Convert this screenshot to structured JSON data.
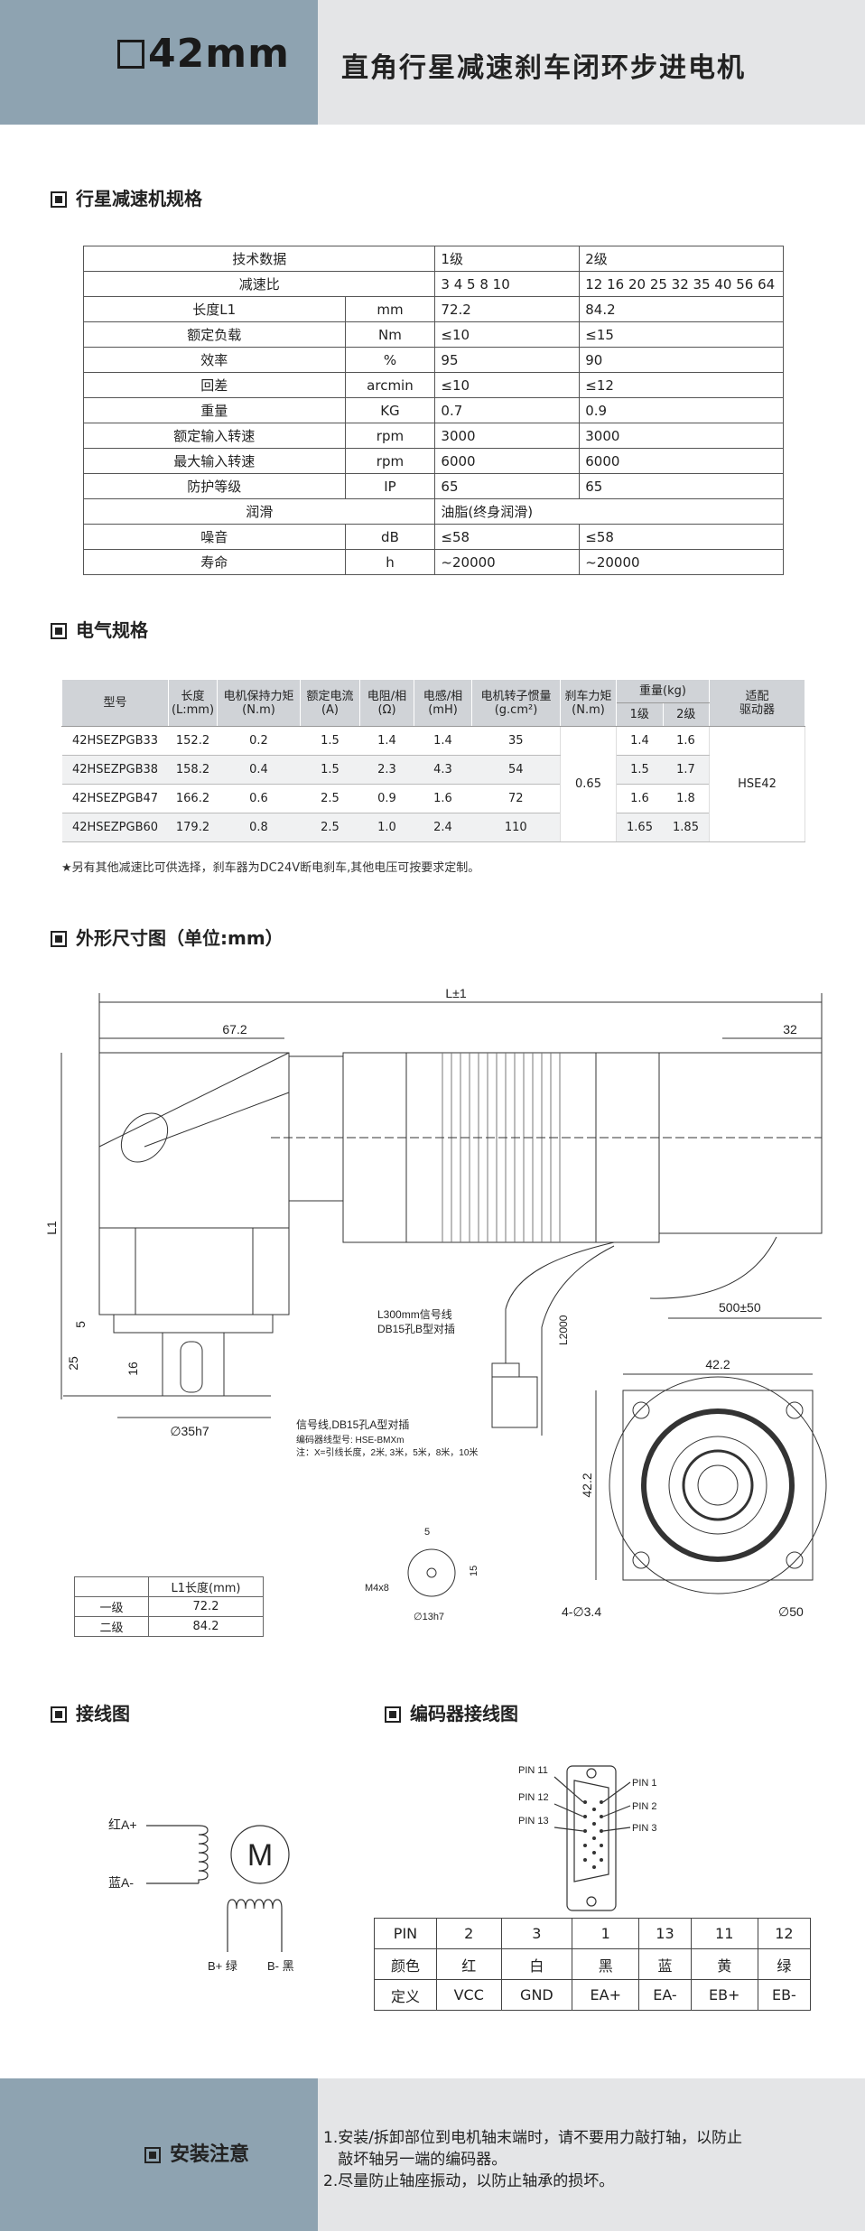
{
  "header": {
    "size": "42mm",
    "product": "直角行星减速刹车闭环步进电机"
  },
  "sections": {
    "gearbox": "行星减速机规格",
    "electrical": "电气规格",
    "dimensions": "外形尺寸图（单位:mm）",
    "wiring": "接线图",
    "encoder": "编码器接线图"
  },
  "spec_table": {
    "rows": [
      {
        "name": "技术数据",
        "unit": "",
        "v1": "1级",
        "v2": "2级"
      },
      {
        "name": "减速比",
        "unit": "",
        "v1": "3  4  5  8 10",
        "v2": "12 16  20 25 32 35 40 56 64"
      },
      {
        "name": "长度L1",
        "unit": "mm",
        "v1": "72.2",
        "v2": "84.2"
      },
      {
        "name": "额定负载",
        "unit": "Nm",
        "v1": "≤10",
        "v2": "≤15"
      },
      {
        "name": "效率",
        "unit": "%",
        "v1": "95",
        "v2": "90"
      },
      {
        "name": "回差",
        "unit": "arcmin",
        "v1": "≤10",
        "v2": "≤12"
      },
      {
        "name": "重量",
        "unit": "KG",
        "v1": "0.7",
        "v2": "0.9"
      },
      {
        "name": "额定输入转速",
        "unit": "rpm",
        "v1": "3000",
        "v2": "3000"
      },
      {
        "name": "最大输入转速",
        "unit": "rpm",
        "v1": "6000",
        "v2": "6000"
      },
      {
        "name": "防护等级",
        "unit": "IP",
        "v1": "65",
        "v2": "65"
      },
      {
        "name": "润滑",
        "unit": "",
        "v1": "油脂(终身润滑)",
        "v2": ""
      },
      {
        "name": "噪音",
        "unit": "dB",
        "v1": "≤58",
        "v2": "≤58"
      },
      {
        "name": "寿命",
        "unit": "h",
        "v1": "~20000",
        "v2": "~20000"
      }
    ]
  },
  "elec_table": {
    "headers": {
      "model": "型号",
      "length": "长度\n(L:mm)",
      "torque": "电机保持力矩\n(N.m)",
      "current": "额定电流\n(A)",
      "resistance": "电阻/相\n(Ω)",
      "inductance": "电感/相\n(mH)",
      "inertia": "电机转子惯量\n(g.cm²)",
      "brake": "刹车力矩\n(N.m)",
      "weight": "重量(kg)",
      "w1": "1级",
      "w2": "2级",
      "driver": "适配\n驱动器"
    },
    "rows": [
      {
        "model": "42HSEZPGB33",
        "length": "152.2",
        "torque": "0.2",
        "current": "1.5",
        "resistance": "1.4",
        "inductance": "1.4",
        "inertia": "35",
        "w1": "1.4",
        "w2": "1.6"
      },
      {
        "model": "42HSEZPGB38",
        "length": "158.2",
        "torque": "0.4",
        "current": "1.5",
        "resistance": "2.3",
        "inductance": "4.3",
        "inertia": "54",
        "w1": "1.5",
        "w2": "1.7"
      },
      {
        "model": "42HSEZPGB47",
        "length": "166.2",
        "torque": "0.6",
        "current": "2.5",
        "resistance": "0.9",
        "inductance": "1.6",
        "inertia": "72",
        "w1": "1.6",
        "w2": "1.8"
      },
      {
        "model": "42HSEZPGB60",
        "length": "179.2",
        "torque": "0.8",
        "current": "2.5",
        "resistance": "1.0",
        "inductance": "2.4",
        "inertia": "110",
        "w1": "1.65",
        "w2": "1.85"
      }
    ],
    "brake_value": "0.65",
    "driver_value": "HSE42",
    "note": "★另有其他减速比可供选择，刹车器为DC24V断电刹车,其他电压可按要求定制。"
  },
  "drawing": {
    "l_total": "L±1",
    "d67": "67.2",
    "d32": "32",
    "l1": "L1",
    "l2000": "L2000",
    "signal_line": "L300mm信号线",
    "db15b": "DB15孔B型对插",
    "d500": "500±50",
    "d42_top": "42.2",
    "d42_side": "42.2",
    "hole": "4-∅3.4",
    "d50": "∅50",
    "d5": "5",
    "d25": "25",
    "d16": "16",
    "d35": "∅35h7",
    "sig_a1": "信号线,DB15孔A型对插",
    "sig_a2": "编码器线型号: HSE-BMXm",
    "sig_a3": "注：X=引线长度，2米, 3米，5米，8米，10米",
    "shaft_5": "5",
    "shaft_15": "15",
    "shaft_m4": "M4x8",
    "shaft_13": "∅13h7"
  },
  "l1_table": {
    "header": "L1长度(mm)",
    "rows": [
      {
        "label": "一级",
        "value": "72.2"
      },
      {
        "label": "二级",
        "value": "84.2"
      }
    ]
  },
  "wiring": {
    "red": "红A+",
    "blue": "蓝A-",
    "motor": "M",
    "green": "B+ 绿",
    "black": "B- 黑"
  },
  "encoder": {
    "pin11": "PIN 11",
    "pin12": "PIN 12",
    "pin13": "PIN 13",
    "pin1": "PIN 1",
    "pin2": "PIN 2",
    "pin3": "PIN 3",
    "table": {
      "rows": [
        [
          "PIN",
          "2",
          "3",
          "1",
          "13",
          "11",
          "12"
        ],
        [
          "颜色",
          "红",
          "白",
          "黑",
          "蓝",
          "黄",
          "绿"
        ],
        [
          "定义",
          "VCC",
          "GND",
          "EA+",
          "EA-",
          "EB+",
          "EB-"
        ]
      ]
    }
  },
  "footer": {
    "title": "安装注意",
    "line1": "1.安装/拆卸部位到电机轴末端时，请不要用力敲打轴，以防止",
    "line2": "   敲坏轴另一端的编码器。",
    "line3": "2.尽量防止轴座振动，以防止轴承的损坏。"
  }
}
